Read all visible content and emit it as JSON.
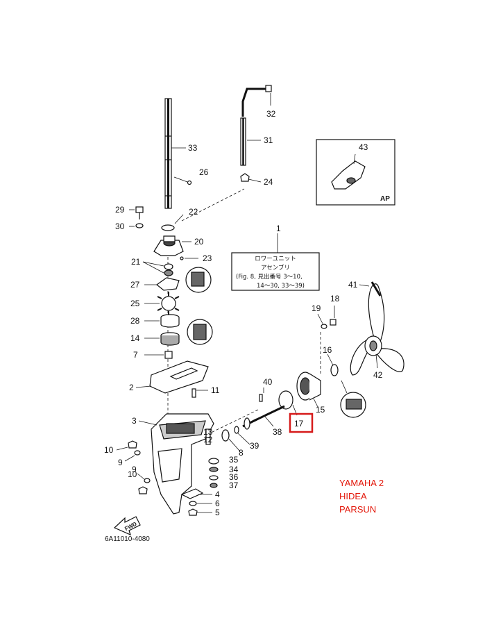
{
  "diagram": {
    "part_numbers": [
      "1",
      "2",
      "3",
      "4",
      "5",
      "6",
      "7",
      "8",
      "9",
      "9",
      "10",
      "10",
      "11",
      "12",
      "13",
      "14",
      "15",
      "16",
      "17",
      "18",
      "19",
      "20",
      "21",
      "22",
      "23",
      "24",
      "25",
      "26",
      "27",
      "28",
      "29",
      "30",
      "31",
      "32",
      "33",
      "34",
      "35",
      "36",
      "37",
      "38",
      "39",
      "40",
      "41",
      "42",
      "43"
    ],
    "callout_box": {
      "line1": "ロワーユニット",
      "line2": "アセンブリ",
      "line3": "(Fig. 8, 見出番号 3～10,",
      "line4": "14～30, 33～39)"
    },
    "inset_label": "AP",
    "fwd_label": "FWD",
    "figure_code": "6A11010-4080",
    "highlight_color": "#d61a1a"
  },
  "note": {
    "line1": "YAMAHA 2",
    "line2": "HIDEA",
    "line3": "PARSUN",
    "color": "#e3170a"
  }
}
